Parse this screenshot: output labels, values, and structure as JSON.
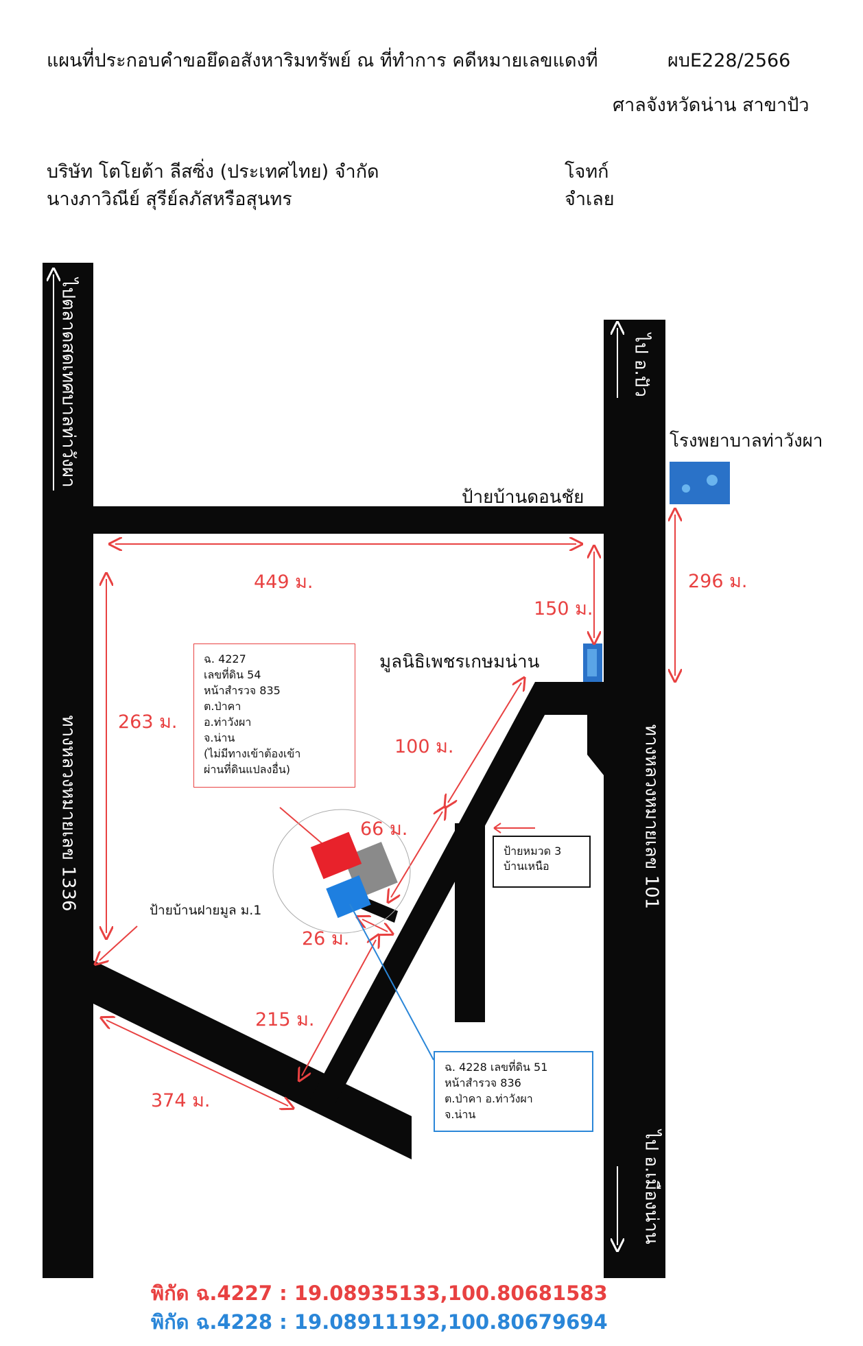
{
  "header": {
    "title": "แผนที่ประกอบคำขอยึดอสังหาริมทรัพย์ ณ ที่ทำการ คดีหมายเลขแดงที่",
    "case_no": "ผบE228/2566",
    "court": "ศาลจังหวัดน่าน สาขาปัว",
    "plaintiff_name": "บริษัท โตโยต้า ลีสซิ่ง (ประเทศไทย) จำกัด",
    "plaintiff_role": "โจทก์",
    "defendant_name": "นางภาวิณีย์ สุรีย์ลภัสหรือสุนทร",
    "defendant_role": "จำเลย"
  },
  "roads": {
    "left_road_direction": "ไปตลาดสดเทศบาลท่าวังผา",
    "left_road_name": "ทางหลวงหมายเลข 1336",
    "right_road_up": "ไป อ.ปัว",
    "right_road_name": "ทางหลวงหมายเลข 101",
    "right_road_down": "ไป อ.เมืองน่าน"
  },
  "landmarks": {
    "hospital": "โรงพยาบาลท่าวังผา",
    "sign_don_chai": "ป้ายบ้านดอนชัย",
    "foundation": "มูลนิธิเพชรเกษมน่าน",
    "sign_fai_mun": "ป้ายบ้านฝายมูล ม.1",
    "sign_group3": [
      "ป้ายหมวด 3",
      "บ้านเหนือ"
    ]
  },
  "distances": {
    "d449": "449 ม.",
    "d150": "150 ม.",
    "d296": "296 ม.",
    "d263": "263 ม.",
    "d100": "100 ม.",
    "d66": "66 ม.",
    "d26": "26 ม.",
    "d215": "215 ม.",
    "d374": "374 ม."
  },
  "parcels": {
    "p4227": [
      "ฉ. 4227",
      "เลขที่ดิน 54",
      "หน้าสำรวจ 835",
      "ต.ป่าคา",
      "อ.ท่าวังผา",
      "จ.น่าน",
      "(ไม่มีทางเข้าต้องเข้า",
      "ผ่านที่ดินแปลงอื่น)"
    ],
    "p4228": [
      "ฉ. 4228 เลขที่ดิน 51",
      "หน้าสำรวจ 836",
      "ต.ป่าคา อ.ท่าวังผา",
      "จ.น่าน"
    ]
  },
  "coordinates": {
    "c4227": "พิกัด ฉ.4227 : 19.08935133,100.80681583",
    "c4228": "พิกัด ฉ.4228 : 19.08911192,100.80679694"
  },
  "colors": {
    "road": "#0a0a0a",
    "red_annotation": "#e84141",
    "blue_annotation": "#2a86d8",
    "parcel_4227": "#e8222b",
    "parcel_4228": "#1e7fe0",
    "building": "#8a8a8a"
  }
}
